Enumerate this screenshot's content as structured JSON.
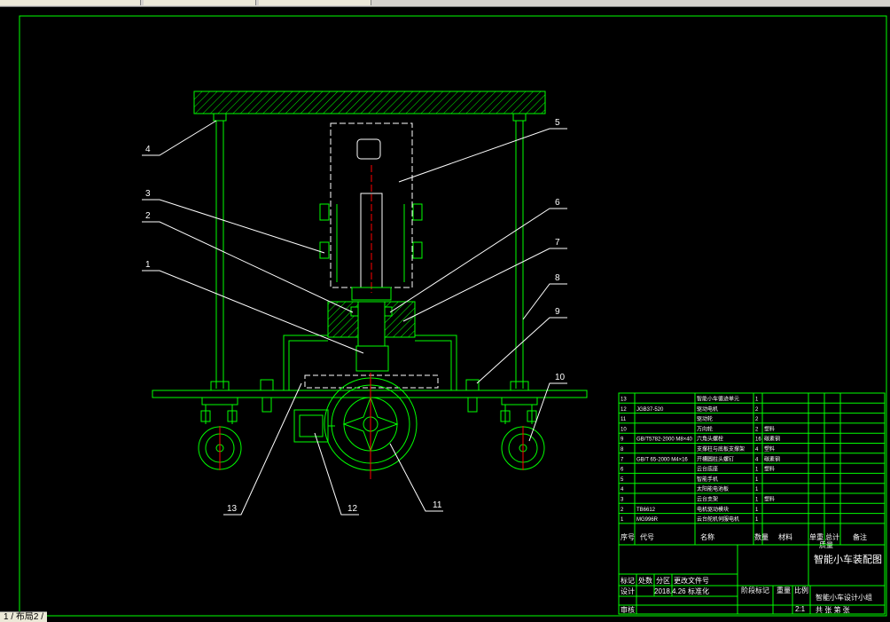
{
  "window": {
    "layout_tab": "1 / 布局2 /"
  },
  "colors": {
    "background": "#000000",
    "green": "#00ff00",
    "white": "#ffffff",
    "red": "#ff0000",
    "yellow": "#ffff00"
  },
  "callouts": [
    "1",
    "2",
    "3",
    "4",
    "5",
    "6",
    "7",
    "8",
    "9",
    "10",
    "11",
    "12",
    "13"
  ],
  "parts_list": {
    "rows": [
      {
        "no": "13",
        "code": "",
        "name": "智能小车循迹单元",
        "qty": "1",
        "material": ""
      },
      {
        "no": "12",
        "code": "JGB37-520",
        "name": "驱动电机",
        "qty": "2",
        "material": ""
      },
      {
        "no": "11",
        "code": "",
        "name": "驱动轮",
        "qty": "2",
        "material": ""
      },
      {
        "no": "10",
        "code": "",
        "name": "万向轮",
        "qty": "2",
        "material": "塑料"
      },
      {
        "no": "9",
        "code": "GB/T5782-2000 M8×40",
        "name": "六角头螺栓",
        "qty": "16",
        "material": "碳素钢"
      },
      {
        "no": "8",
        "code": "",
        "name": "支撑柱与底板支撑架",
        "qty": "4",
        "material": "塑料"
      },
      {
        "no": "7",
        "code": "GB/T 65-2000 M4×16",
        "name": "开槽圆柱头螺钉",
        "qty": "4",
        "material": "碳素钢"
      },
      {
        "no": "6",
        "code": "",
        "name": "云台底座",
        "qty": "1",
        "material": "塑料"
      },
      {
        "no": "5",
        "code": "",
        "name": "智能手机",
        "qty": "1",
        "material": ""
      },
      {
        "no": "4",
        "code": "",
        "name": "太阳能电池板",
        "qty": "1",
        "material": ""
      },
      {
        "no": "3",
        "code": "",
        "name": "云台支架",
        "qty": "1",
        "material": "塑料"
      },
      {
        "no": "2",
        "code": "TB6612",
        "name": "电机驱动模块",
        "qty": "1",
        "material": ""
      },
      {
        "no": "1",
        "code": "MG996R",
        "name": "云台舵机伺服电机",
        "qty": "1",
        "material": ""
      }
    ],
    "header": {
      "no": "序号",
      "code": "代号",
      "name": "名称",
      "qty": "数量",
      "material": "材料",
      "unit_weight": "单重",
      "total_weight": "总计",
      "weight": "质量",
      "remark": "备注"
    }
  },
  "title_block": {
    "drawing_title": "智能小车装配图",
    "labels": {
      "mark": "标记",
      "count": "处数",
      "zone": "分区",
      "doc_no": "更改文件号",
      "design": "设计",
      "check": "审核",
      "stage_mark": "阶段标记",
      "weight": "重量",
      "scale": "比例"
    },
    "date": "2018.4.26",
    "standardization": "标准化",
    "scale_value": "2:1",
    "sheet": "共 张 第 张",
    "org": "智能小车设计小组"
  }
}
